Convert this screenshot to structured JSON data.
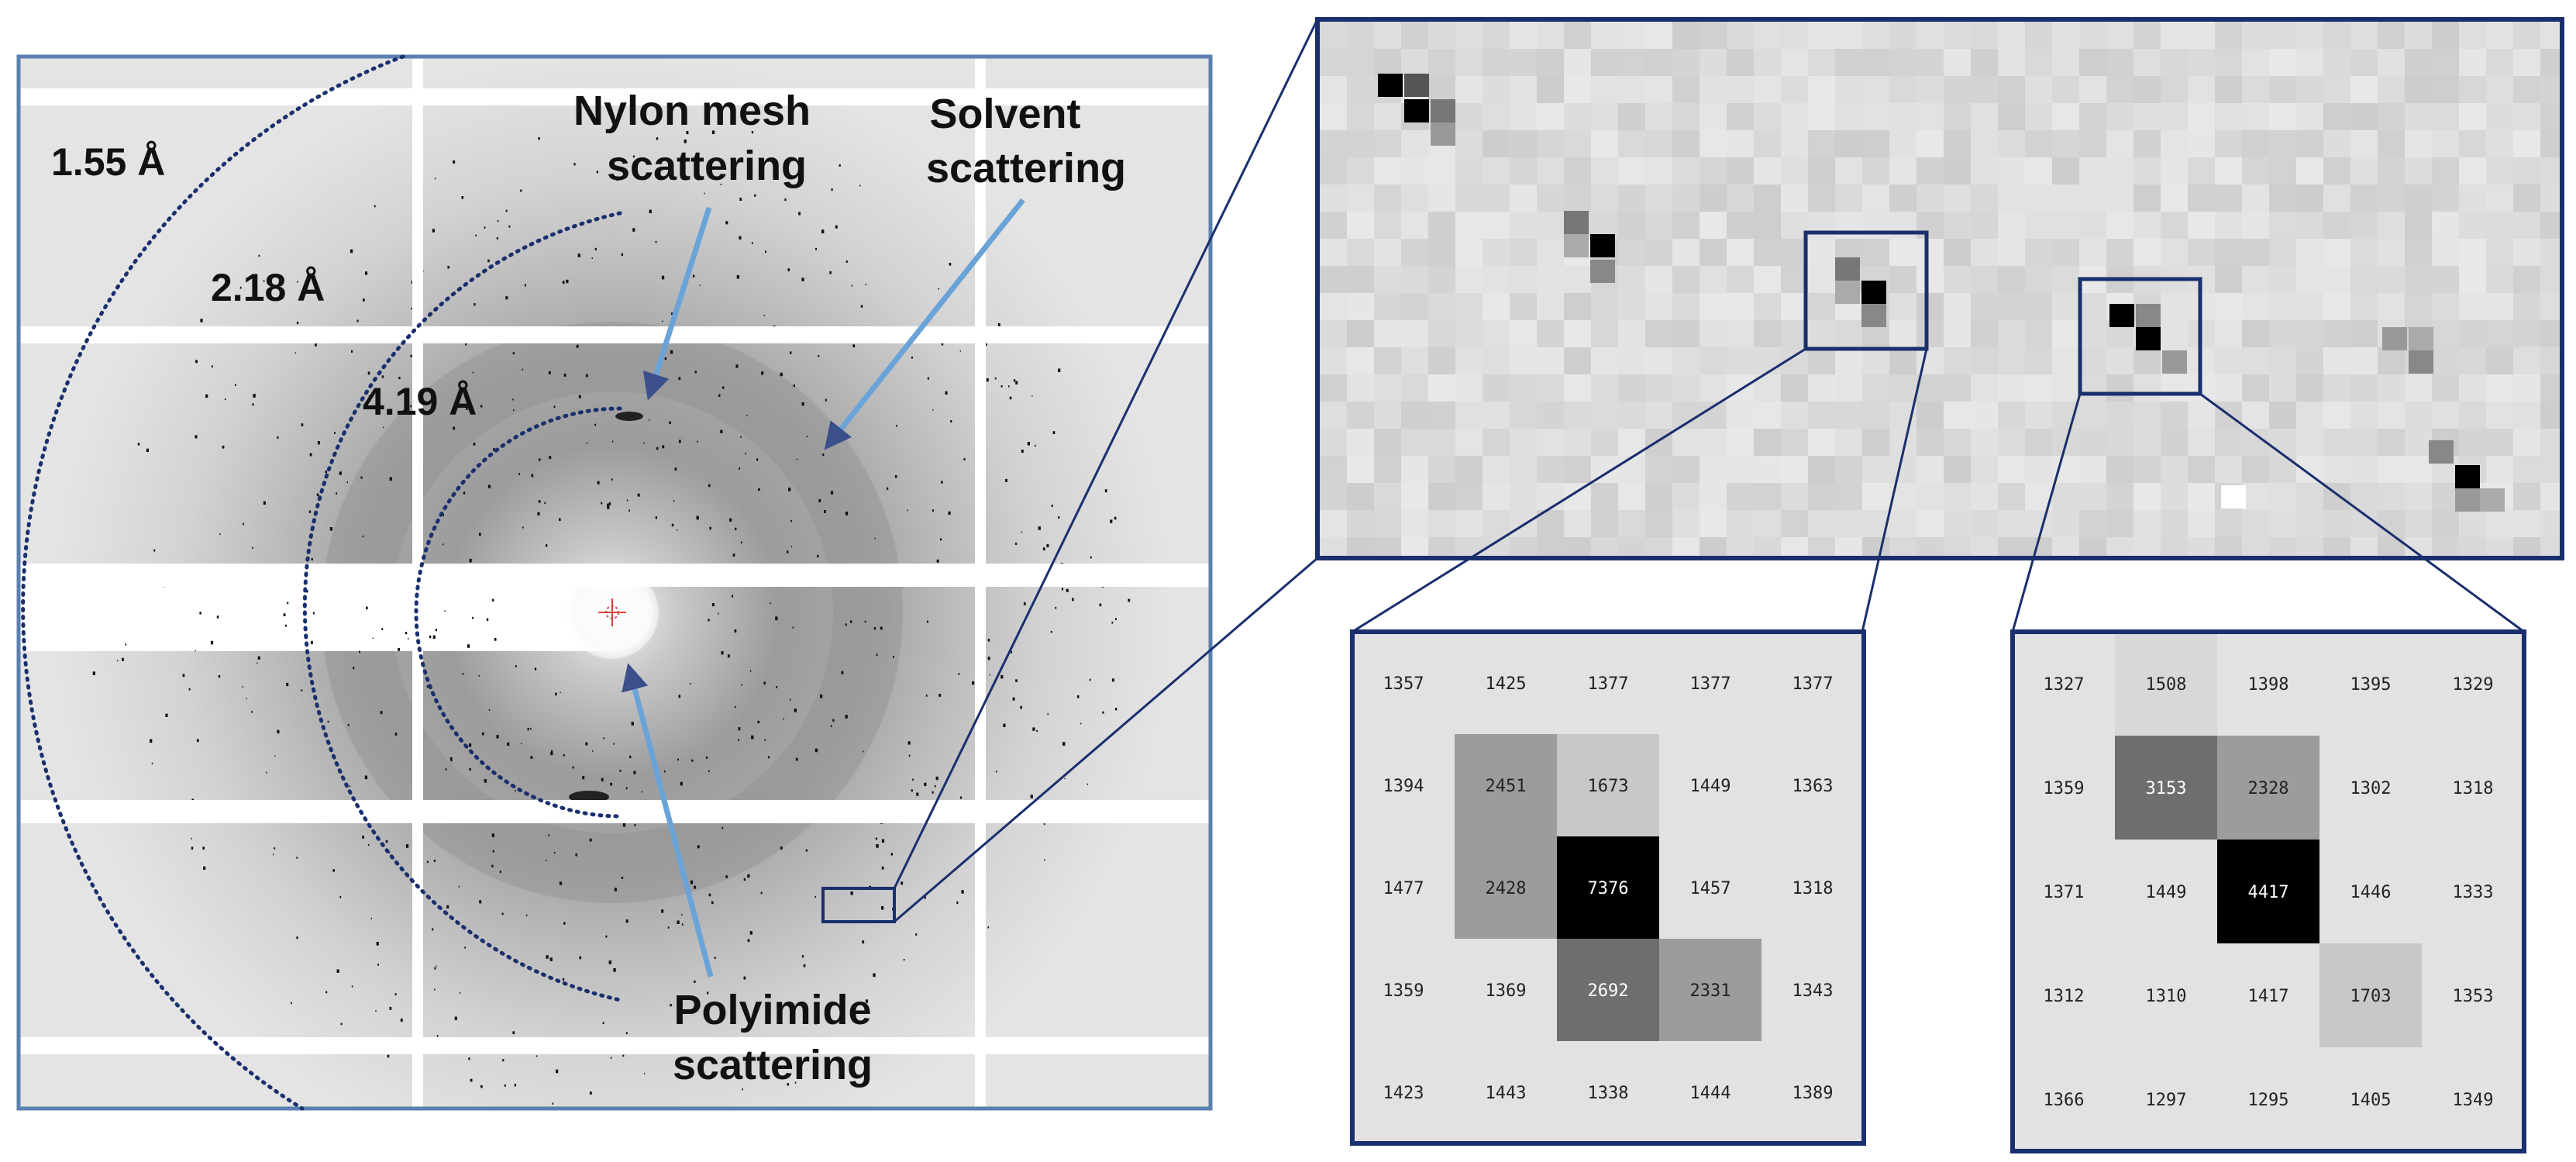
{
  "colors": {
    "frame": "#1a2f6e",
    "frame_left": "#5b7fb0",
    "arrow": "#6aa3d8",
    "ring": "#1a2f6e"
  },
  "resolution_labels": [
    "1.55 Å",
    "2.18 Å",
    "4.19 Å"
  ],
  "annotations": {
    "nylon_line1": "Nylon mesh",
    "nylon_line2": "scattering",
    "solvent_line1": "Solvent",
    "solvent_line2": "scattering",
    "polyimide_line1": "Polyimide",
    "polyimide_line2": "scattering"
  },
  "grid_left": [
    [
      "1357",
      "1425",
      "1377",
      "1377",
      "1377"
    ],
    [
      "1394",
      "2451",
      "1673",
      "1449",
      "1363"
    ],
    [
      "1477",
      "2428",
      "7376",
      "1457",
      "1318"
    ],
    [
      "1359",
      "1369",
      "2692",
      "2331",
      "1343"
    ],
    [
      "1423",
      "1443",
      "1338",
      "1444",
      "1389"
    ]
  ],
  "grid_right": [
    [
      "1327",
      "1508",
      "1398",
      "1395",
      "1329"
    ],
    [
      "1359",
      "3153",
      "2328",
      "1302",
      "1318"
    ],
    [
      "1371",
      "1449",
      "4417",
      "1446",
      "1333"
    ],
    [
      "1312",
      "1310",
      "1417",
      "1703",
      "1353"
    ],
    [
      "1366",
      "1297",
      "1295",
      "1405",
      "1349"
    ]
  ]
}
